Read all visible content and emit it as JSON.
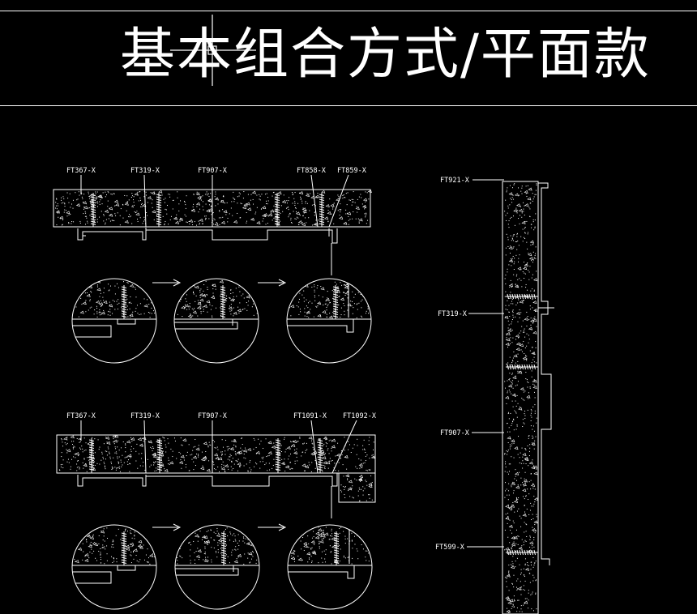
{
  "title": "基本组合方式/平面款",
  "top_assembly": {
    "labels": [
      "FT367-X",
      "FT319-X",
      "FT907-X",
      "FT858-X",
      "FT859-X"
    ]
  },
  "bottom_assembly": {
    "labels": [
      "FT367-X",
      "FT319-X",
      "FT907-X",
      "FT1091-X",
      "FT1092-X"
    ]
  },
  "section_view": {
    "labels": [
      "FT921-X",
      "FT319-X",
      "FT907-X",
      "FT599-X"
    ]
  },
  "colors": {
    "background": "#000000",
    "line": "#ffffff"
  }
}
